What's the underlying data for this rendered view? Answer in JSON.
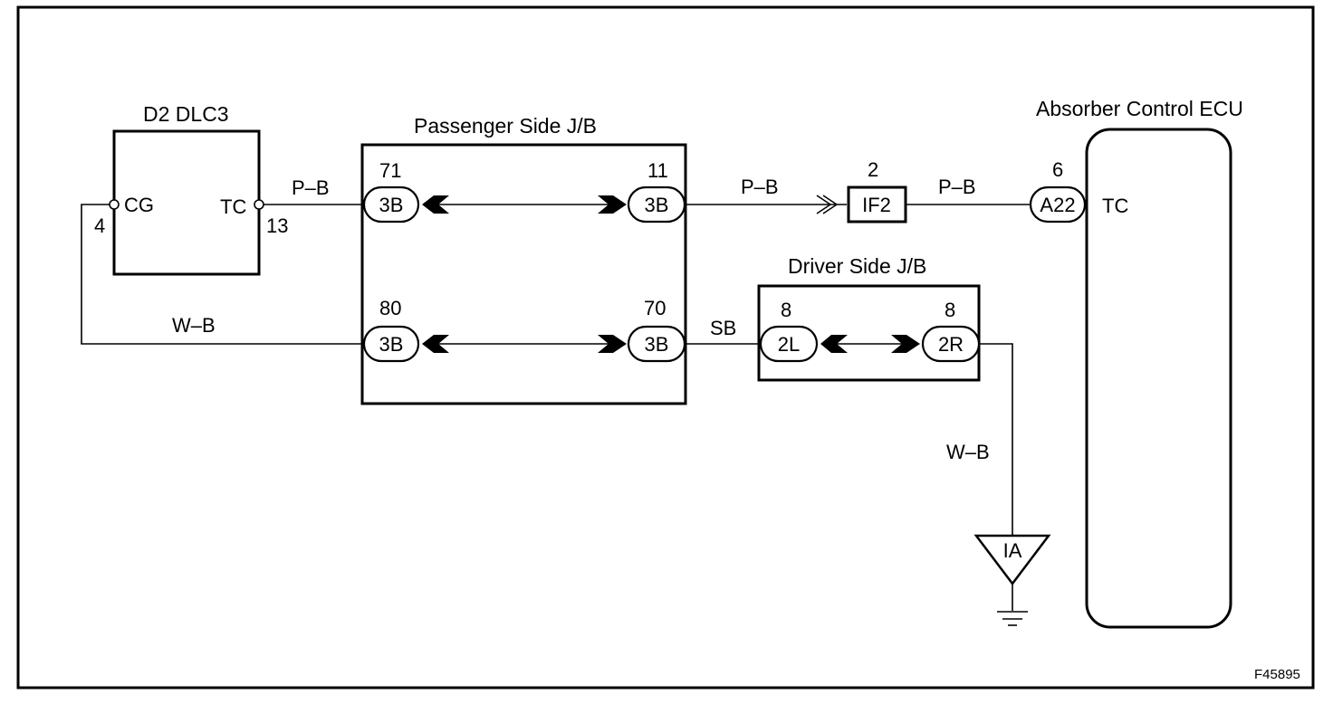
{
  "figure_id": "F45895",
  "components": {
    "dlc3": {
      "title": "D2 DLC3",
      "pin_cg": "CG",
      "pin_tc": "TC",
      "pin_cg_no": "4",
      "pin_tc_no": "13"
    },
    "passenger_jb": {
      "title": "Passenger Side J/B",
      "conn_top_left": {
        "num": "71",
        "code": "3B"
      },
      "conn_top_right": {
        "num": "11",
        "code": "3B"
      },
      "conn_bot_left": {
        "num": "80",
        "code": "3B"
      },
      "conn_bot_right": {
        "num": "70",
        "code": "3B"
      }
    },
    "driver_jb": {
      "title": "Driver Side J/B",
      "conn_left": {
        "num": "8",
        "code": "2L"
      },
      "conn_right": {
        "num": "8",
        "code": "2R"
      }
    },
    "if2": {
      "num": "2",
      "code": "IF2"
    },
    "ecu": {
      "title": "Absorber Control ECU",
      "conn_num": "6",
      "conn_code": "A22",
      "pin": "TC"
    },
    "ground": {
      "code": "IA"
    }
  },
  "wires": {
    "dlc_to_pjb": "P–B",
    "pjb_to_if2": "P–B",
    "if2_to_ecu": "P–B",
    "cg_to_pjb": "W–B",
    "pjb_to_djb": "SB",
    "djb_to_ground": "W–B"
  }
}
